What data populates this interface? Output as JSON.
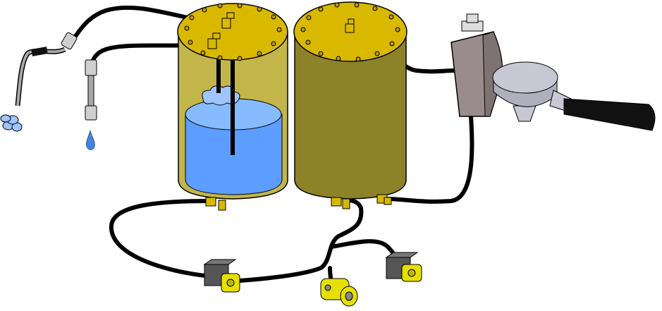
{
  "colors": {
    "background": "#ffffff",
    "tank_body": "#8c8228",
    "tank_body_translucent": "#c2b54a",
    "tank_lid": "#d9b800",
    "water": "#5c9dff",
    "water_surface": "#86bbff",
    "pipe": "#000000",
    "group_head": "#9a8c8c",
    "portafilter": "#c8c7d4",
    "handle": "#111111",
    "valve_body": "#555555",
    "valve_fitting": "#e6e000",
    "wand": "#a8a8a8",
    "steam": "#9fc4ff",
    "drop": "#3f86e6"
  },
  "components": {
    "left_tank": "water-boiler",
    "right_tank": "brew-boiler",
    "steam_wand": "steam-output",
    "water_tap": "hot-water-output",
    "group_head": "brew-group",
    "portafilter": "portafilter",
    "valves": [
      "solenoid-valve-left",
      "pump",
      "solenoid-valve-right"
    ]
  }
}
